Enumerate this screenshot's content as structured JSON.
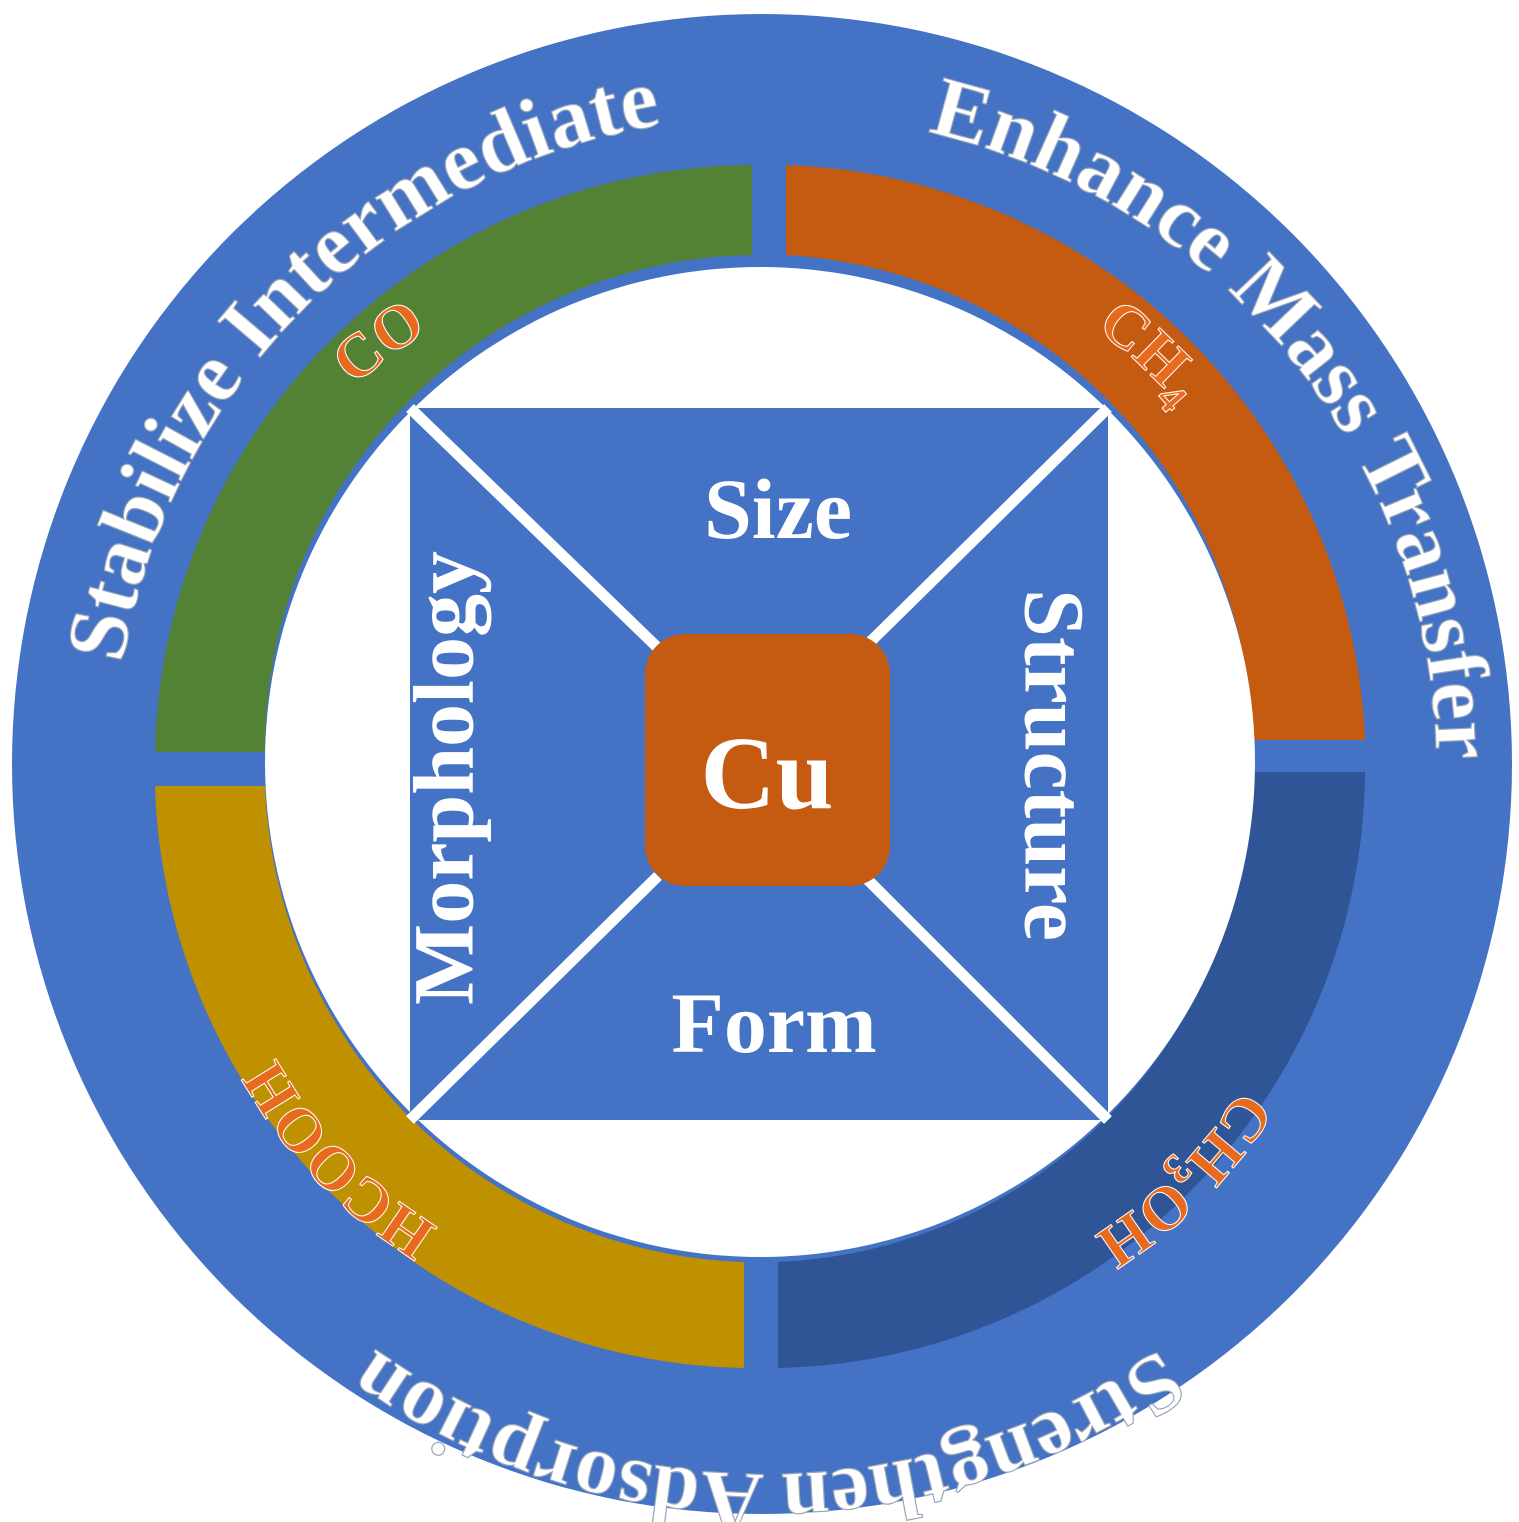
{
  "colors": {
    "outer_ring": "#4472c4",
    "square": "#4472c4",
    "co_arc": "#548235",
    "ch4_arc": "#c55a11",
    "ch3oh_arc": "#2f5597",
    "hcooh_arc": "#bf9000",
    "center_box": "#c55a11",
    "product_text": "#e86a1f"
  },
  "strategies": {
    "top_left": "Stabilize Intermediate",
    "top_right": "Enhance Mass Transfer",
    "bottom": "Strengthen Adsorption"
  },
  "products": {
    "co": "CO",
    "ch4": {
      "base": "CH",
      "sub": "4"
    },
    "ch3oh": {
      "a": "CH",
      "sub": "3",
      "b": "OH"
    },
    "hcooh": "HCOOH"
  },
  "factors": {
    "top": "Size",
    "right": "Structure",
    "bottom": "Form",
    "left": "Morphology"
  },
  "center": "Cu"
}
